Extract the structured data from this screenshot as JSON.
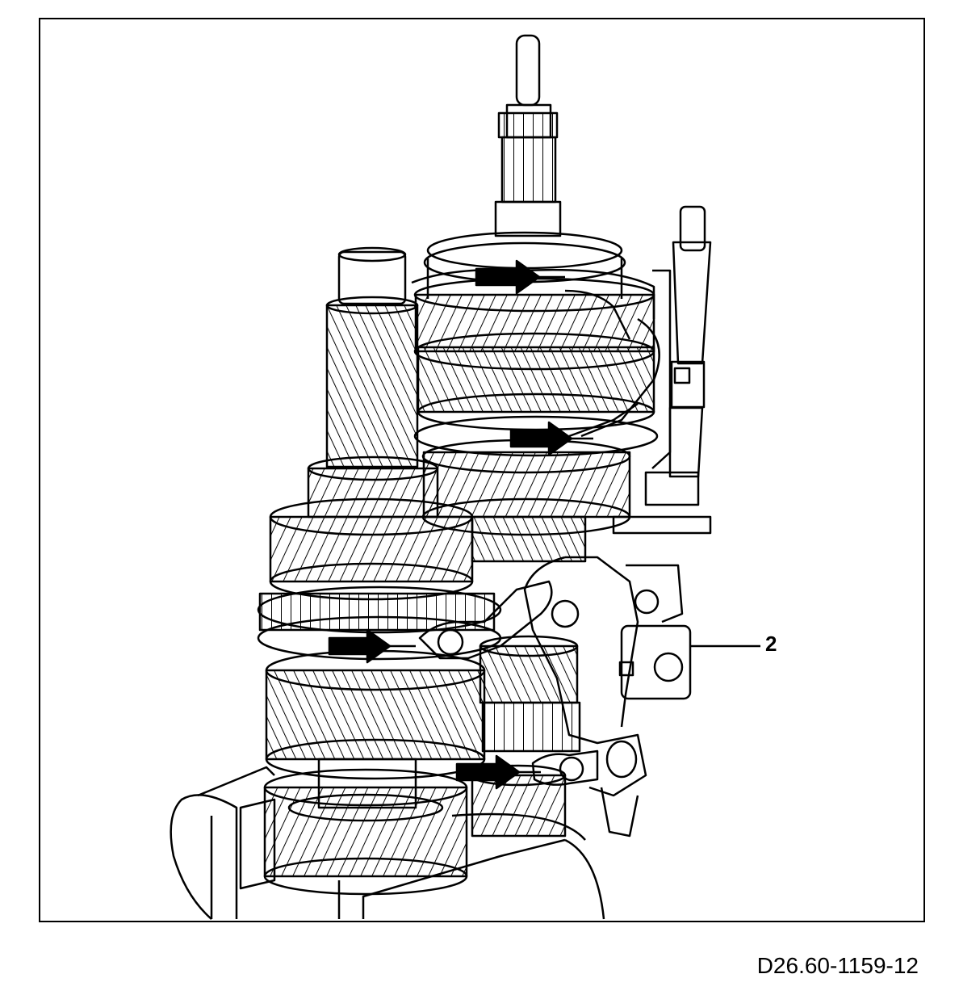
{
  "figure": {
    "callout_label": "2",
    "figure_id": "D26.60-1159-12"
  },
  "arrows": [
    {
      "name": "arrow-top-synchro"
    },
    {
      "name": "arrow-mid-synchro"
    },
    {
      "name": "arrow-lower-synchro"
    },
    {
      "name": "arrow-bottom-synchro"
    }
  ]
}
